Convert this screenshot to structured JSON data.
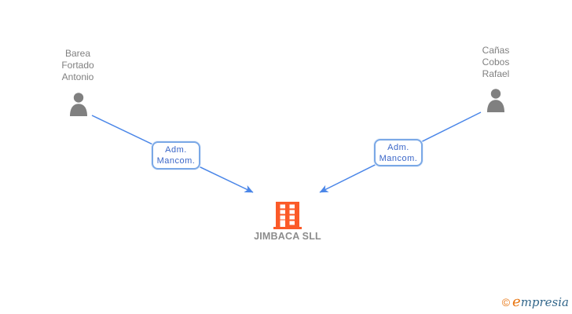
{
  "diagram": {
    "nodes": {
      "person_left": {
        "name_lines": [
          "Barea",
          "Fortado",
          "Antonio"
        ]
      },
      "person_right": {
        "name_lines": [
          "Cañas",
          "Cobos",
          "Rafael"
        ]
      },
      "company": {
        "name": "JIMBACA SLL"
      }
    },
    "relations": {
      "left": {
        "line1": "Adm.",
        "line2": "Mancom."
      },
      "right": {
        "line1": "Adm.",
        "line2": "Mancom."
      }
    }
  },
  "footer": {
    "copyright_symbol": "©",
    "brand_first": "e",
    "brand_rest": "mpresia"
  },
  "colors": {
    "link_blue": "#4a86e8",
    "box_border_blue": "#7aa8e6",
    "box_text_blue": "#3a66c8",
    "person_gray": "#808080",
    "building_orange": "#fb5a28",
    "company_text_gray": "#8c8c8c",
    "brand_orange": "#e87511",
    "brand_teal": "#33678b"
  }
}
